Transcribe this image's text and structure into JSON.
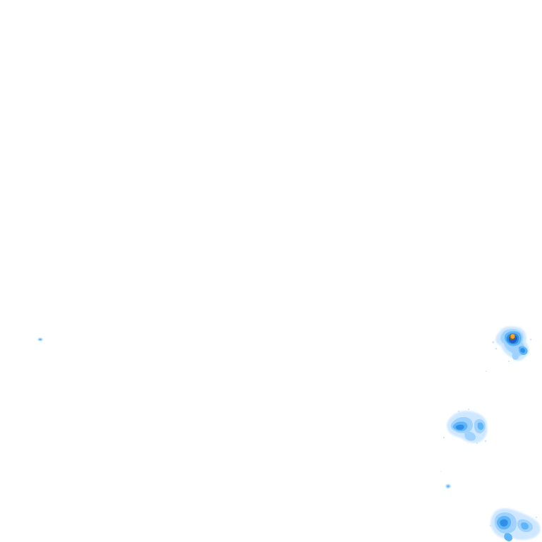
{
  "colors": {
    "background": "#ffffff",
    "very_light_rain": "#cfe8ff",
    "light_rain": "#9fd2ff",
    "light_moderate_rain": "#5eb5f7",
    "moderate_rain": "#2f8fe6",
    "moderate_heavy_rain": "#1c5fc0",
    "heavy_rain": "#0b3a8a",
    "intense_core": "#f3a338",
    "intense_core_edge": "#8a6a1c"
  },
  "map": {
    "type": "rain-radar-overlay",
    "cells": [
      {
        "name": "rain-cell-far-west",
        "peak_intensity": "light"
      },
      {
        "name": "rain-cell-northeast",
        "peak_intensity": "intense"
      },
      {
        "name": "rain-cell-east-central",
        "peak_intensity": "moderate"
      },
      {
        "name": "rain-cell-small-south",
        "peak_intensity": "light"
      },
      {
        "name": "rain-cell-southeast",
        "peak_intensity": "moderate"
      }
    ]
  }
}
